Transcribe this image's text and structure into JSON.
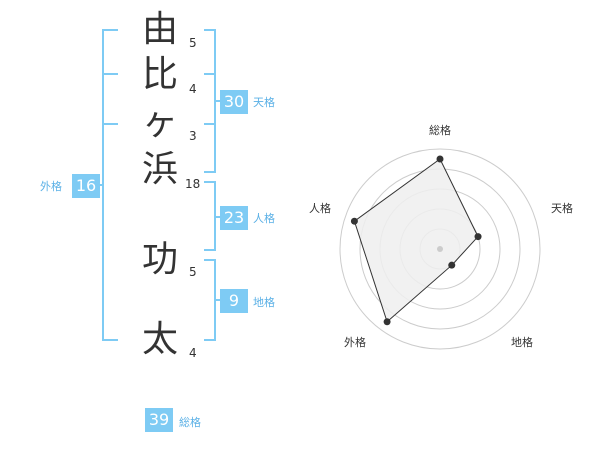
{
  "name_chars": [
    {
      "char": "由",
      "strokes": "5"
    },
    {
      "char": "比",
      "strokes": "4"
    },
    {
      "char": "ヶ",
      "strokes": "3"
    },
    {
      "char": "浜",
      "strokes": "18"
    },
    {
      "char": "功",
      "strokes": "5"
    },
    {
      "char": "太",
      "strokes": "4"
    }
  ],
  "fortunes": {
    "tenkaku": {
      "label": "天格",
      "value": "30"
    },
    "jinkaku": {
      "label": "人格",
      "value": "23"
    },
    "chikaku": {
      "label": "地格",
      "value": "9"
    },
    "gaikaku": {
      "label": "外格",
      "value": "16"
    },
    "soukaku": {
      "label": "総格",
      "value": "39"
    }
  },
  "radar": {
    "labels": {
      "top": "総格",
      "right": "天格",
      "bottom_right": "地格",
      "bottom_left": "外格",
      "left": "人格"
    },
    "levels": 5,
    "values": {
      "soukaku": 4.5,
      "tenkaku": 2,
      "chikaku": 1,
      "gaikaku": 4.5,
      "jinkaku": 4.5
    },
    "colors": {
      "fill": "#efefef",
      "line": "#333333",
      "grid": "#cccccc",
      "center": "#cccccc"
    }
  },
  "colors": {
    "bracket": "#7ecbf4",
    "badge": "#7ecbf4",
    "badge_label": "#5ab0e6"
  }
}
